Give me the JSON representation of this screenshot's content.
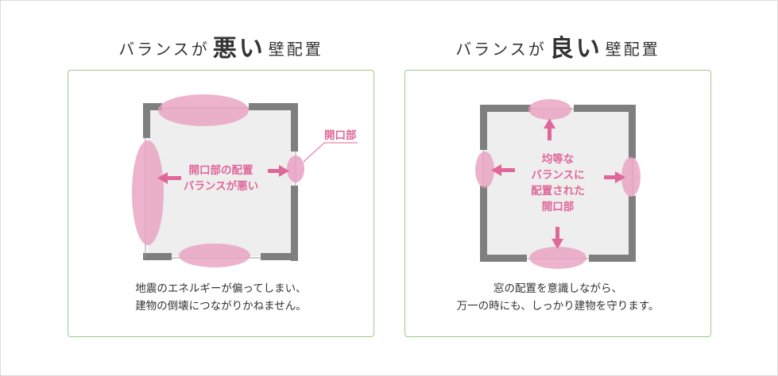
{
  "left": {
    "heading_before": "バランスが",
    "heading_emphasis": "悪い",
    "heading_after": "壁配置",
    "callout_label": "開口部",
    "center_line1": "開口部の配置",
    "center_line2": "バランスが悪い",
    "caption_line1": "地震のエネルギーが偏ってしまい、",
    "caption_line2": "建物の倒壊につながりかねません。"
  },
  "right": {
    "heading_before": "バランスが",
    "heading_emphasis": "良い",
    "heading_after": "壁配置",
    "center_line1": "均等な",
    "center_line2": "バランスに",
    "center_line3": "配置された",
    "center_line4": "開口部",
    "caption_line1": "窓の配置を意識しながら、",
    "caption_line2": "万一の時にも、しっかり建物を守ります。"
  },
  "colors": {
    "wall": "#7f7f7f",
    "room": "#eeeeee",
    "opening": "#e9a0c1",
    "accent": "#e0679a",
    "panel_border": "#9dcc8a"
  }
}
